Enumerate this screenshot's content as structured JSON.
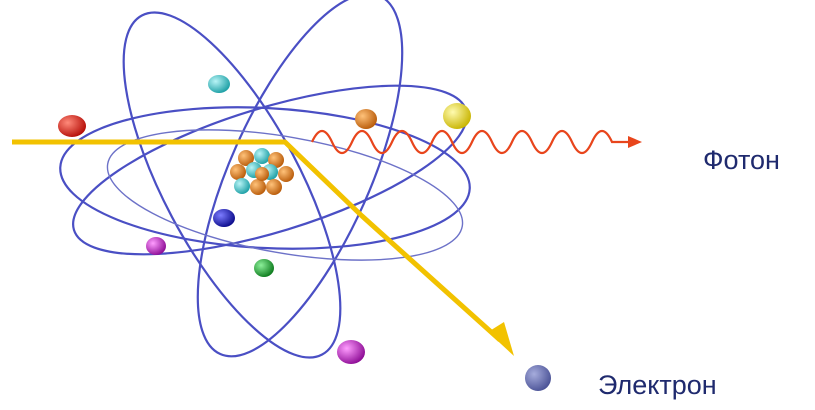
{
  "labels": {
    "photon": "Фотон",
    "electron": "Электрон"
  },
  "colors": {
    "orbit": "#4a4fc4",
    "orbit_thin": "#6d72c8",
    "path": "#f2c200",
    "photon_wave": "#e8451c",
    "proton": "#e07d1a",
    "neutron": "#33c8cc",
    "free_electron": "#6670b4"
  },
  "electrons": [
    {
      "name": "red",
      "color": "#d41a10"
    },
    {
      "name": "cyan",
      "color": "#3ac8cc"
    },
    {
      "name": "orange",
      "color": "#e07d1a"
    },
    {
      "name": "yellow",
      "color": "#f0e010"
    },
    {
      "name": "blue",
      "color": "#1818b8"
    },
    {
      "name": "magenta-small",
      "color": "#c82cc8"
    },
    {
      "name": "green",
      "color": "#1aa830"
    },
    {
      "name": "magenta-large",
      "color": "#c01cc8"
    }
  ]
}
